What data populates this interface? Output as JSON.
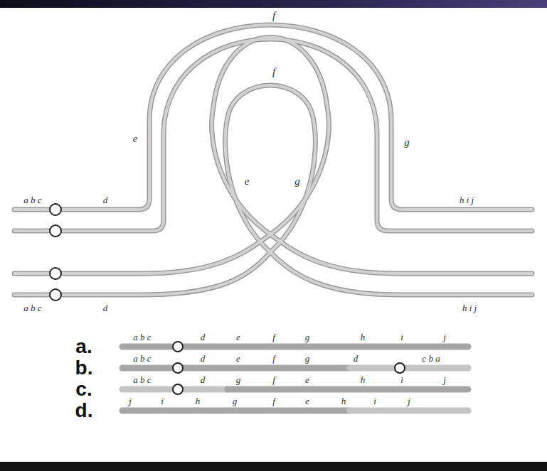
{
  "diagram": {
    "labels": [
      "f",
      "f",
      "e",
      "g",
      "e",
      "g",
      "a b c",
      "d",
      "h i j",
      "a b c",
      "d",
      "h i j",
      "a.",
      "a b c",
      "d",
      "e",
      "f",
      "g",
      "h",
      "i",
      "j",
      "b.",
      "a b c",
      "d",
      "e",
      "f",
      "g",
      "d",
      "c b a",
      "c.",
      "a b c",
      "d",
      "g",
      "f",
      "e",
      "h",
      "i",
      "j",
      "d.",
      "j",
      "i",
      "h",
      "g",
      "f",
      "e",
      "h",
      "i",
      "j"
    ]
  }
}
